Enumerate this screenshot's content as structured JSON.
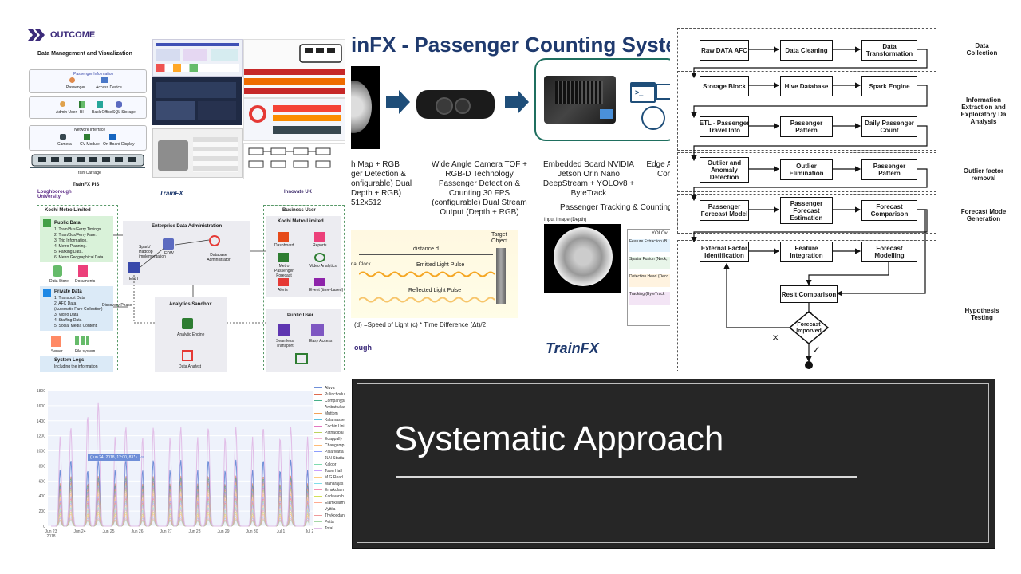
{
  "outcome_panel": {
    "header": "OUTCOME",
    "subtitle": "Data Management and Visualization",
    "pis_label": "TrainFX PIS",
    "logos": [
      "Loughborough University",
      "TrainFX",
      "Innovate UK"
    ],
    "labels": [
      "Passenger Information",
      "Passenger",
      "Access Device",
      "Admin User",
      "BI",
      "Back Office",
      "SQL Storage",
      "Network Interface",
      "Camera",
      "CV Module",
      "On-Board Display",
      "Train Carriage"
    ]
  },
  "system_panel": {
    "title": "inFX - Passenger Counting System",
    "caption_left": "h Map + RGB\nger Detection &\nonfigurable) Dual\nDepth + RGB)\n512x512",
    "caption_camera": "Wide Angle Camera TOF +\nRGB-D Technology\nPassenger Detection &\nCounting 30 FPS\n(configurable) Dual Stream\nOutput (Depth + RGB)",
    "caption_board": "Embedded Board NVIDIA\nJetson Orin Nano\nDeepStream + YOLOv8 +\nByteTrack",
    "caption_edge": "Edge Ana\nCor",
    "tracking_caption": "Passenger Tracking & Counting",
    "tof_labels": {
      "clock": "nal Clock",
      "distance": "distance d",
      "emitted": "Emitted Light Pulse",
      "reflected": "Reflected Light Pulse",
      "target": "Target\nObject",
      "formula": "(d) =Speed of Light (c) * Time Difference (Δt)/2"
    },
    "input_image_label": "Input Image (Depth)",
    "yolo_label": "YOLOv",
    "yolo_rows": [
      "Feature Extraction (B",
      "Spatial Fusion (Neck,",
      "Detection Head (Deco",
      "Tracking (ByteTrack"
    ],
    "brand": "TrainFX",
    "brand_left": "ough"
  },
  "flow_panel": {
    "rows": [
      {
        "stage": "Data\nCollection",
        "boxes": [
          "Raw DATA AFC",
          "Data Cleaning",
          "Data\nTransformation"
        ]
      },
      {
        "stage": "Information\nExtraction and\nExploratory Da\nAnalysis",
        "boxes": [
          "Storage Block",
          "Hive Database",
          "Spark Engine"
        ]
      },
      {
        "stage": "",
        "boxes": [
          "ETL - Passenger\nTravel Info",
          "Passenger Pattern",
          "Daily Passenger\nCount"
        ]
      },
      {
        "stage": "Outlier factor\nremoval",
        "boxes": [
          "Outlier and\nAnomaly\nDetection",
          "Outlier Elimination",
          "Passenger Pattern"
        ]
      },
      {
        "stage": "Forecast Mode\nGeneration",
        "boxes": [
          "Passenger\nForecast Model",
          "Passenger\nForecast\nEstimation",
          "Forecast\nComparison"
        ]
      },
      {
        "stage": "",
        "boxes": [
          "External Factor\nIdentification",
          "Feature\nIntegration",
          "Forecast\nModelling"
        ]
      }
    ],
    "result_box": "Resit Comparison",
    "decision": "Forecast\nImporved",
    "no_mark": "×",
    "yes_mark": "✓",
    "hypothesis_stage": "Hypothesis\nTesting"
  },
  "architecture_panel": {
    "kochi_left": "Kochi Metro Limited",
    "public_data_title": "Public Data",
    "public_data_items": [
      "1. Train/Bus/Ferry Timings.",
      "2. Train/Bus/Ferry Fare.",
      "3. Trip Information.",
      "4. Metro Planning.",
      "5. Parking Data.",
      "6. Metro Geographical Data."
    ],
    "data_store": "Data Store",
    "documents": "Documents",
    "private_data_title": "Private Data",
    "private_data_items": [
      "1. Transport Data",
      "2. AFC Data",
      "(Automatic Fare Collection)",
      "3. Video Data",
      "4. Staffing Data",
      "5. Social Media Content."
    ],
    "discovery": "Discovery Phase",
    "server": "Server",
    "file_system": "File system",
    "system_logs_title": "System Logs",
    "system_logs_text": "Including the information",
    "enterprise_title": "Enterprise Data Administration",
    "edw": "EDW",
    "spark_label": "Spark/ Hadoop implementation",
    "etlt": "ETLT",
    "db_admin": "Database Administrator",
    "sandbox_title": "Analytics Sandbox",
    "analytic_engine": "Analytic Engine",
    "data_analyst": "Data Analyst",
    "business_title": "Business User",
    "kochi_right": "Kochi Metro Limited",
    "business_items": [
      "Dashboard",
      "Reports",
      "Metro Passenger Forecast",
      "Video Analytics",
      "Alerts",
      "Event (time-based)"
    ],
    "public_user_title": "Public User",
    "public_items": [
      "Seamless Transport",
      "Easy Access"
    ]
  },
  "line_chart": {
    "y_ticks": [
      "1800",
      "1600",
      "1400",
      "1200",
      "1000",
      "800",
      "600",
      "400",
      "200",
      "0"
    ],
    "x_ticks": [
      "Jun 23\n2018",
      "Jun 24",
      "Jun 25",
      "Jun 26",
      "Jun 27",
      "Jun 28",
      "Jun 29",
      "Jun 30",
      "Jul 1",
      "Jul 2"
    ],
    "tooltip": "(Jun 24, 2018, 12:00, 831)",
    "tooltip_series": "Aluva",
    "legend": [
      {
        "name": "Aluva",
        "color": "#6f8fd8"
      },
      {
        "name": "Pulinchodu",
        "color": "#e06b4f"
      },
      {
        "name": "Companypa",
        "color": "#48b08a"
      },
      {
        "name": "Ambattukav",
        "color": "#a67ddc"
      },
      {
        "name": "Muttom",
        "color": "#f4a259"
      },
      {
        "name": "Kalamasse",
        "color": "#5bc0de"
      },
      {
        "name": "Cochin Uni",
        "color": "#e377c2"
      },
      {
        "name": "Pathadipal",
        "color": "#bcd35f"
      },
      {
        "name": "Edappally",
        "color": "#f7b6d2"
      },
      {
        "name": "Changamp",
        "color": "#ffbb78"
      },
      {
        "name": "Palarivatta",
        "color": "#8c9eff"
      },
      {
        "name": "JLN Stadiu",
        "color": "#ff7f7f"
      },
      {
        "name": "Kaloor",
        "color": "#7fdcb0"
      },
      {
        "name": "Town Hall",
        "color": "#c9a0ff"
      },
      {
        "name": "M.G Road",
        "color": "#ffcc80"
      },
      {
        "name": "Maharajas",
        "color": "#80deea"
      },
      {
        "name": "Ernakulam",
        "color": "#f48fb1"
      },
      {
        "name": "Kadavanth",
        "color": "#d4e157"
      },
      {
        "name": "Elamkulam",
        "color": "#ffab91"
      },
      {
        "name": "Vyttila",
        "color": "#9fa8da"
      },
      {
        "name": "Thykoodan",
        "color": "#ef9a9a"
      },
      {
        "name": "Petta",
        "color": "#a5d6a7"
      },
      {
        "name": "Total",
        "color": "#e1bee7"
      }
    ]
  },
  "title_panel": {
    "title": "Systematic Approach"
  }
}
